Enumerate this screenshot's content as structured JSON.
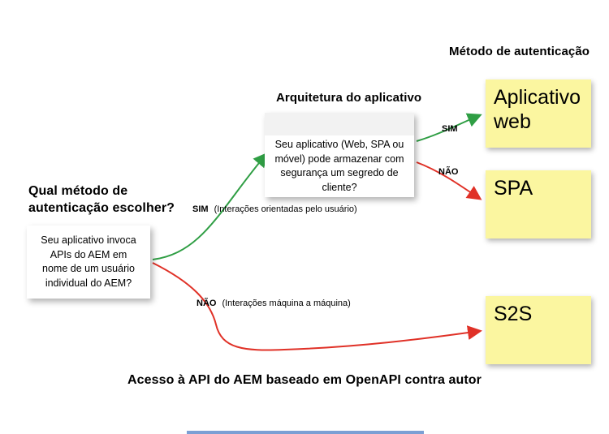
{
  "headings": {
    "auth_method": "Método de autenticação",
    "architecture": "Arquitetura do aplicativo",
    "question_title_lines": [
      "Qual método de",
      "autenticação escolher?"
    ],
    "footer": "Acesso à API do AEM baseado em OpenAPI contra autor"
  },
  "questions": {
    "left_lines": [
      "Seu aplicativo invoca",
      "APIs do AEM em",
      "nome de um usuário",
      "individual do AEM?"
    ],
    "middle_lines": [
      "Seu aplicativo (Web, SPA ou",
      "móvel) pode armazenar com",
      "segurança um segredo de",
      "cliente?"
    ]
  },
  "notes": {
    "web": "Aplicativo web",
    "spa": "SPA",
    "s2s": "S2S"
  },
  "edges": {
    "sim_user": {
      "label": "SIM",
      "caption": "(Interações orientadas pelo usuário)"
    },
    "nao_machine": {
      "label": "NÃO",
      "caption": "(Interações máquina a máquina)"
    },
    "sim_secret": {
      "label": "SIM"
    },
    "nao_secret": {
      "label": "NÃO"
    }
  },
  "colors": {
    "yes_green": "#2f9e44",
    "no_red": "#e03127",
    "note_yellow": "#fbf6a0"
  }
}
